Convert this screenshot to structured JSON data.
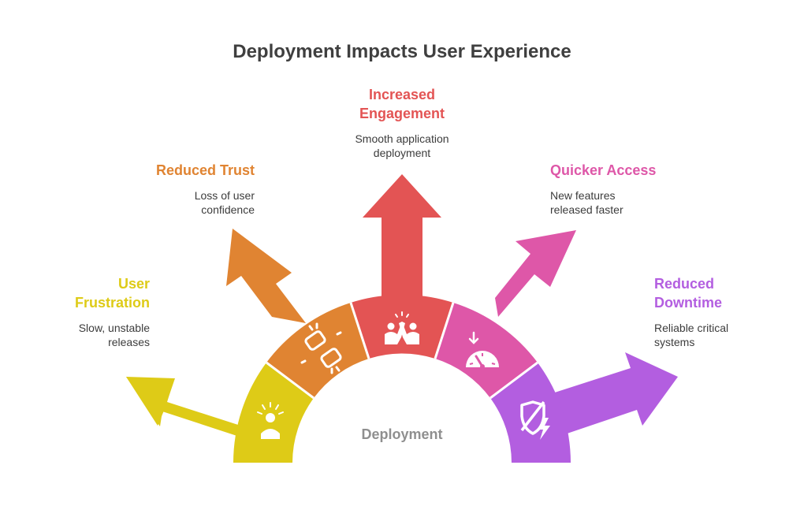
{
  "title": "Deployment Impacts User Experience",
  "center_label": "Deployment",
  "items": [
    {
      "title": "User\nFrustration",
      "description": "Slow, unstable\nreleases",
      "color": "#DECB17",
      "icon": "frustrated-person-icon"
    },
    {
      "title": "Reduced Trust",
      "description": "Loss of user\nconfidence",
      "color": "#E08432",
      "icon": "broken-handshake-icon"
    },
    {
      "title": "Increased\nEngagement",
      "description": "Smooth application\ndeployment",
      "color": "#E35454",
      "icon": "high-five-icon"
    },
    {
      "title": "Quicker Access",
      "description": "New features\nreleased faster",
      "color": "#DE57A8",
      "icon": "speedometer-icon"
    },
    {
      "title": "Reduced\nDowntime",
      "description": "Reliable critical\nsystems",
      "color": "#B35EE0",
      "icon": "shield-bolt-icon"
    }
  ]
}
